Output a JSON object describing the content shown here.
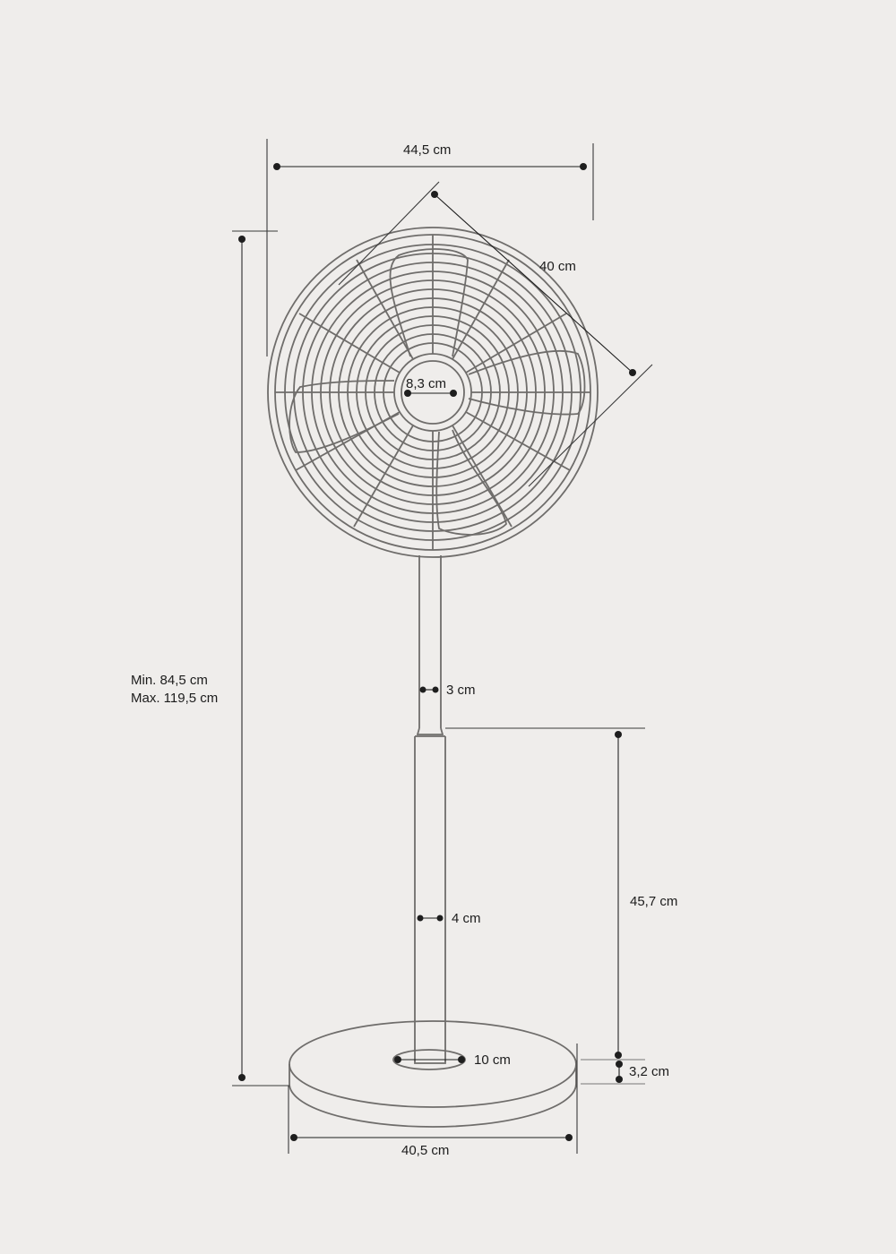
{
  "figure": {
    "type": "product dimension drawing",
    "subject": "standing fan",
    "background_color": "#efedeb",
    "line_color": "#6f6d6b",
    "dimension_color": "#1e1e1e"
  },
  "dimensions": {
    "head_width": "44,5 cm",
    "grille_diameter": "40 cm",
    "hub_diameter": "8,3 cm",
    "total_height_min": "Min. 84,5 cm",
    "total_height_max": "Max. 119,5 cm",
    "upper_pole_diameter": "3 cm",
    "lower_pole_height": "45,7 cm",
    "lower_pole_diameter": "4 cm",
    "base_collar_diameter": "10 cm",
    "base_thickness": "3,2 cm",
    "base_diameter": "40,5 cm"
  }
}
